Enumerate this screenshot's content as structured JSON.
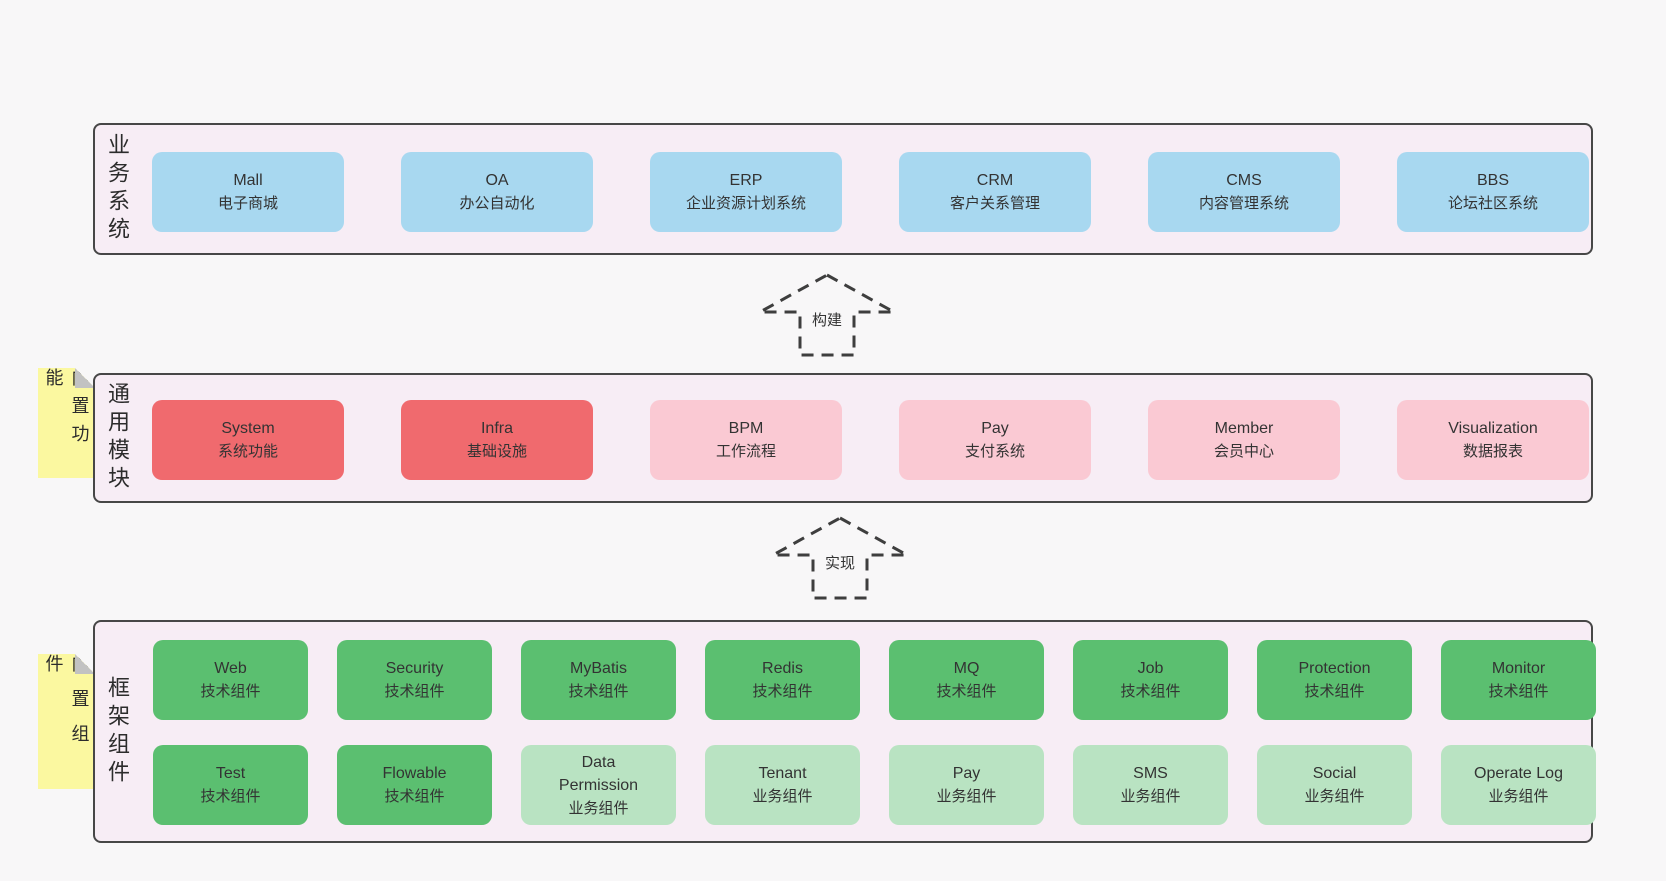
{
  "palette": {
    "page_bg": "#f8f7f8",
    "band_bg": "#f7edf5",
    "band_border": "#474747",
    "blue_box": "#a8d8f0",
    "red_box": "#f06a6e",
    "pink_box": "#fac9d3",
    "green_box": "#5bbf70",
    "light_green_box": "#b9e3c2",
    "note_yellow": "#fbf8a0",
    "text": "#333333"
  },
  "arrows": [
    {
      "label": "构建"
    },
    {
      "label": "实现"
    }
  ],
  "bands": [
    {
      "label": "业务系统",
      "boxes": [
        {
          "title": "Mall",
          "subtitle": "电子商城",
          "variant": "blue"
        },
        {
          "title": "OA",
          "subtitle": "办公自动化",
          "variant": "blue"
        },
        {
          "title": "ERP",
          "subtitle": "企业资源计划系统",
          "variant": "blue"
        },
        {
          "title": "CRM",
          "subtitle": "客户关系管理",
          "variant": "blue"
        },
        {
          "title": "CMS",
          "subtitle": "内容管理系统",
          "variant": "blue"
        },
        {
          "title": "BBS",
          "subtitle": "论坛社区系统",
          "variant": "blue"
        }
      ]
    },
    {
      "label": "通用模块",
      "note": "内置功能",
      "boxes": [
        {
          "title": "System",
          "subtitle": "系统功能",
          "variant": "red"
        },
        {
          "title": "Infra",
          "subtitle": "基础设施",
          "variant": "red"
        },
        {
          "title": "BPM",
          "subtitle": "工作流程",
          "variant": "pink"
        },
        {
          "title": "Pay",
          "subtitle": "支付系统",
          "variant": "pink"
        },
        {
          "title": "Member",
          "subtitle": "会员中心",
          "variant": "pink"
        },
        {
          "title": "Visualization",
          "subtitle": "数据报表",
          "variant": "pink"
        }
      ]
    },
    {
      "label": "框架组件",
      "note": "内置组件",
      "rows": [
        [
          {
            "title": "Web",
            "subtitle": "技术组件",
            "variant": "green"
          },
          {
            "title": "Security",
            "subtitle": "技术组件",
            "variant": "green"
          },
          {
            "title": "MyBatis",
            "subtitle": "技术组件",
            "variant": "green"
          },
          {
            "title": "Redis",
            "subtitle": "技术组件",
            "variant": "green"
          },
          {
            "title": "MQ",
            "subtitle": "技术组件",
            "variant": "green"
          },
          {
            "title": "Job",
            "subtitle": "技术组件",
            "variant": "green"
          },
          {
            "title": "Protection",
            "subtitle": "技术组件",
            "variant": "green"
          },
          {
            "title": "Monitor",
            "subtitle": "技术组件",
            "variant": "green"
          }
        ],
        [
          {
            "title": "Test",
            "subtitle": "技术组件",
            "variant": "green"
          },
          {
            "title": "Flowable",
            "subtitle": "技术组件",
            "variant": "green"
          },
          {
            "title": "Data\nPermission",
            "subtitle": "业务组件",
            "variant": "lightgreen"
          },
          {
            "title": "Tenant",
            "subtitle": "业务组件",
            "variant": "lightgreen"
          },
          {
            "title": "Pay",
            "subtitle": "业务组件",
            "variant": "lightgreen"
          },
          {
            "title": "SMS",
            "subtitle": "业务组件",
            "variant": "lightgreen"
          },
          {
            "title": "Social",
            "subtitle": "业务组件",
            "variant": "lightgreen"
          },
          {
            "title": "Operate Log",
            "subtitle": "业务组件",
            "variant": "lightgreen"
          }
        ]
      ]
    }
  ]
}
